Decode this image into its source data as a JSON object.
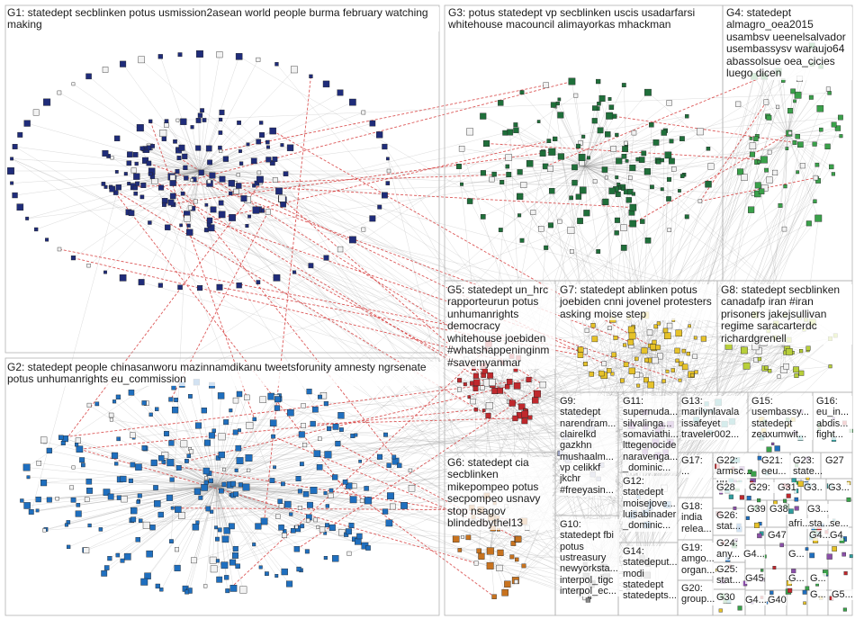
{
  "groups": [
    {
      "id": "G1",
      "text": "G1: statedept secblinken potus usmission2asean world people burma february watching making",
      "color": "#1f2c7a"
    },
    {
      "id": "G2",
      "text": "G2: statedept people chinasanworu mazinnamdikanu tweetsforunity amnesty ngrsenate potus unhumanrights eu_commission",
      "color": "#1f6fbf"
    },
    {
      "id": "G3",
      "text": "G3: potus statedept vp secblinken uscis usadarfarsi whitehouse macouncil alimayorkas mhackman",
      "color": "#1f6f3a"
    },
    {
      "id": "G4",
      "text": "G4: statedept almagro_oea2015 usambsv ueenelsalvador usembassysv waraujo64 abassolsue oea_cicies luego dicen",
      "color": "#3aa14a"
    },
    {
      "id": "G5",
      "text": "G5: statedept un_hrc rapporteurun potus unhumanrights democracy whitehouse joebiden #whatshappeninginm #savemyanmar",
      "color": "#c0282d"
    },
    {
      "id": "G6",
      "text": "G6: statedept cia secblinken mikepompeo potus secpompeo usnavy stop nsagov blindedbythel13",
      "color": "#c8731f"
    },
    {
      "id": "G7",
      "text": "G7: statedept ablinken potus joebiden cnni jovenel protesters asking moise step",
      "color": "#e6c229"
    },
    {
      "id": "G8",
      "text": "G8: statedept secblinken canadafp iran #iran prisoners jakejsullivan regime saracarterdc richardgrenell",
      "color": "#b8cf3a"
    },
    {
      "id": "G9",
      "text": "G9: statedept narendram... clairelkd gazkhn mushaalm... vp celikkf jkchr #freeyasin...",
      "color": "#9aa0c0"
    },
    {
      "id": "G10",
      "text": "G10: statedept fbi potus ustreasury newyorksta... interpol_tigc interpol_ec...",
      "color": "#888888"
    },
    {
      "id": "G11",
      "text": "G11: supernuda... silvalinga... somaviathi... lttegenocide naravenga... _dominic...",
      "color": "#8a4fa8"
    },
    {
      "id": "G12",
      "text": "G12: statedept moisejove... luisabinader _dominic...",
      "color": "#5a9ad0"
    },
    {
      "id": "G13",
      "text": "G13: marilynlavala issafeyet traveler002...",
      "color": "#2f9e9e"
    },
    {
      "id": "G14",
      "text": "G14: statedeput... modi statedept statedepts...",
      "color": "#999999"
    },
    {
      "id": "G15",
      "text": "G15: usembassy... statedept zeaxumwit...",
      "color": "#999999"
    },
    {
      "id": "G16",
      "text": "G16: eu_in... abdis... fight...",
      "color": "#999999"
    },
    {
      "id": "G17",
      "text": "G17: ...",
      "color": "#999999"
    },
    {
      "id": "G18",
      "text": "G18: india relea...",
      "color": "#999999"
    },
    {
      "id": "G19",
      "text": "G19: amgo... organ...",
      "color": "#999999"
    },
    {
      "id": "G20",
      "text": "G20: group...",
      "color": "#999999"
    },
    {
      "id": "G21",
      "text": "G21: eeu...",
      "color": "#999999"
    },
    {
      "id": "G22",
      "text": "G22: armsc... uu...",
      "color": "#999999"
    },
    {
      "id": "G23",
      "text": "G23: state...",
      "color": "#999999"
    },
    {
      "id": "G24",
      "text": "G24: any...",
      "color": "#999999"
    },
    {
      "id": "G25",
      "text": "G25: stat...",
      "color": "#999999"
    },
    {
      "id": "G26",
      "text": "G26: stat...",
      "color": "#999999"
    },
    {
      "id": "G27",
      "text": "G27",
      "color": "#999999"
    },
    {
      "id": "G28",
      "text": "G28",
      "color": "#999999"
    },
    {
      "id": "G29",
      "text": "G29:",
      "color": "#999999"
    },
    {
      "id": "G30",
      "text": "G30",
      "color": "#999999"
    }
  ],
  "extra_labels": [
    {
      "id": "G31",
      "text": "G31"
    },
    {
      "id": "G33",
      "text": "G3.."
    },
    {
      "id": "G34",
      "text": "G3..."
    },
    {
      "id": "G38",
      "text": "G38"
    },
    {
      "id": "G39",
      "text": "G39"
    },
    {
      "id": "G3b",
      "text": "G3..."
    },
    {
      "id": "afri",
      "text": "afri..."
    },
    {
      "id": "sta1",
      "text": "sta..."
    },
    {
      "id": "se1",
      "text": "se..."
    },
    {
      "id": "G47",
      "text": "G47"
    },
    {
      "id": "G4x1",
      "text": "G4..."
    },
    {
      "id": "G4x2",
      "text": "G4..."
    },
    {
      "id": "G4x3",
      "text": "G4"
    },
    {
      "id": "G45",
      "text": "G45"
    },
    {
      "id": "Gx1",
      "text": "G..."
    },
    {
      "id": "Gx2",
      "text": "G..."
    },
    {
      "id": "Gx3",
      "text": "G..."
    },
    {
      "id": "G4x4",
      "text": "G4..."
    },
    {
      "id": "G40",
      "text": "G40"
    },
    {
      "id": "Gx4",
      "text": "G..."
    },
    {
      "id": "G5x",
      "text": "G5..."
    }
  ],
  "colors": {
    "edge": "#8f8f8f",
    "edge_red": "#d43030",
    "border": "#b3b3b3"
  }
}
